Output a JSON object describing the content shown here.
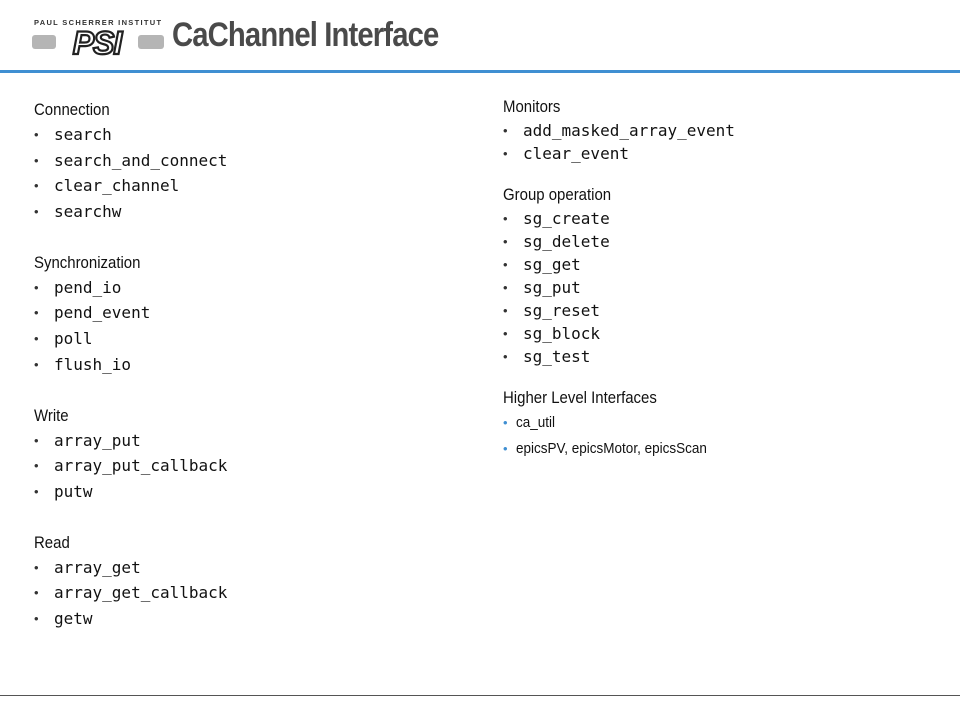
{
  "header": {
    "logo_text": "PAUL SCHERRER INSTITUT",
    "logo_mark": "PSI",
    "title": "CaChannel Interface"
  },
  "left_column": {
    "sections": [
      {
        "heading": "Connection",
        "items": [
          "search",
          "search_and_connect",
          "clear_channel",
          "searchw"
        ]
      },
      {
        "heading": "Synchronization",
        "items": [
          "pend_io",
          "pend_event",
          "poll",
          "flush_io"
        ]
      },
      {
        "heading": "Write",
        "items": [
          "array_put",
          "array_put_callback",
          "putw"
        ]
      },
      {
        "heading": "Read",
        "items": [
          "array_get",
          "array_get_callback",
          "getw"
        ]
      }
    ]
  },
  "right_column": {
    "sections": [
      {
        "heading": "Monitors",
        "items": [
          "add_masked_array_event",
          "clear_event"
        ]
      },
      {
        "heading": "Group operation",
        "items": [
          "sg_create",
          "sg_delete",
          "sg_get",
          "sg_put",
          "sg_reset",
          "sg_block",
          "sg_test"
        ]
      },
      {
        "heading": "Higher Level Interfaces",
        "items": [
          "ca_util",
          "epicsPV, epicsMotor, epicsScan"
        ]
      }
    ]
  },
  "bullet_glyph": "•",
  "colors": {
    "accent": "#3f8fd2",
    "title": "#4a4a4a"
  }
}
